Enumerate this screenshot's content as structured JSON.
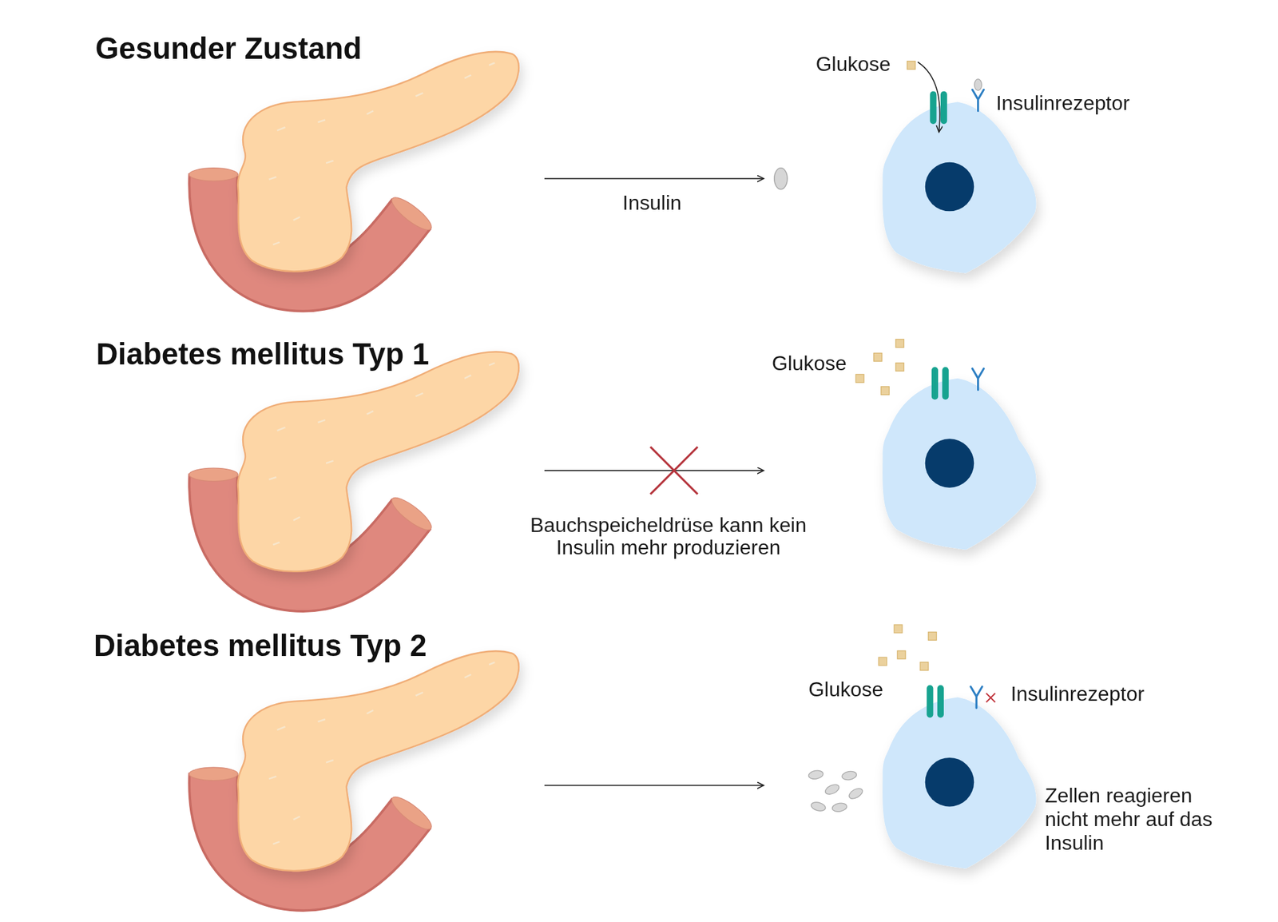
{
  "diagram": {
    "labels": [
      "Gesunder Zustand",
      "Glukose",
      "Insulinrezeptor",
      "Insulin",
      "Diabetes mellitus Typ 1",
      "Glukose",
      "Bauchspeicheldrüse kann kein Insulin mehr produzieren",
      "Diabetes mellitus Typ 2",
      "Glukose",
      "Insulinrezeptor",
      "Zellen reagieren nicht mehr auf das Insulin"
    ]
  }
}
